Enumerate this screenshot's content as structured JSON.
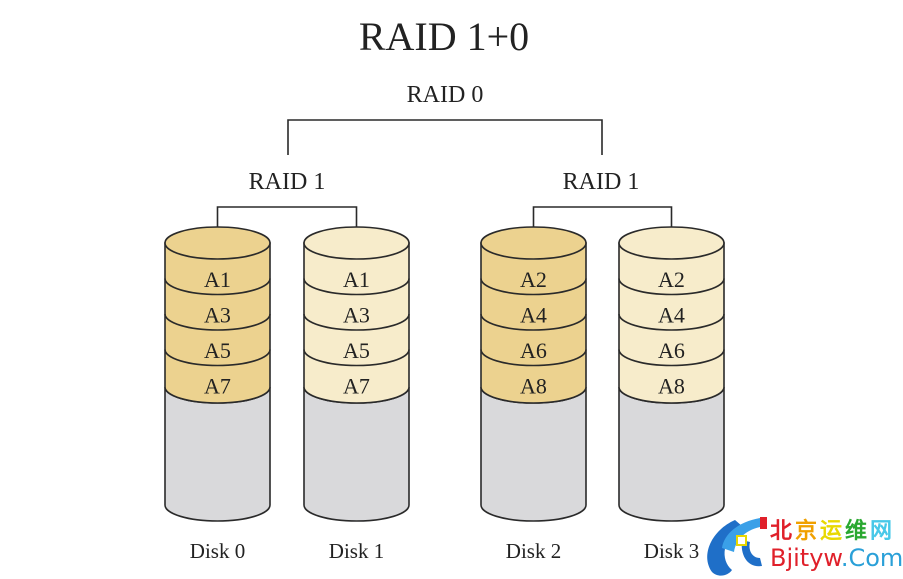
{
  "title": "RAID 1+0",
  "top_group": {
    "label": "RAID 0"
  },
  "mirror_groups": [
    {
      "label": "RAID 1",
      "disks": [
        0,
        1
      ]
    },
    {
      "label": "RAID 1",
      "disks": [
        2,
        3
      ]
    }
  ],
  "disks": [
    {
      "label": "Disk 0",
      "role": "primary",
      "blocks": [
        "A1",
        "A3",
        "A5",
        "A7"
      ]
    },
    {
      "label": "Disk 1",
      "role": "mirror",
      "blocks": [
        "A1",
        "A3",
        "A5",
        "A7"
      ]
    },
    {
      "label": "Disk 2",
      "role": "primary",
      "blocks": [
        "A2",
        "A4",
        "A6",
        "A8"
      ]
    },
    {
      "label": "Disk 3",
      "role": "mirror",
      "blocks": [
        "A2",
        "A4",
        "A6",
        "A8"
      ]
    }
  ],
  "colors": {
    "primary_fill": "#ecd28f",
    "mirror_fill": "#f7eccb",
    "empty_fill": "#d9d9db",
    "stroke": "#2a2a2a"
  },
  "watermark": {
    "chinese_text": [
      "北",
      "京",
      "运",
      "维",
      "网"
    ],
    "chinese_colors": [
      "#e0202a",
      "#f0a000",
      "#e8d800",
      "#2aa830",
      "#48c8e8"
    ],
    "site_text_main": "Bjityw",
    "site_text_dot": ".",
    "site_text_tld": "Com",
    "site_color": "#e0202a",
    "tld_color": "#2aa0d8",
    "logo": "bjityw-logo-icon"
  }
}
